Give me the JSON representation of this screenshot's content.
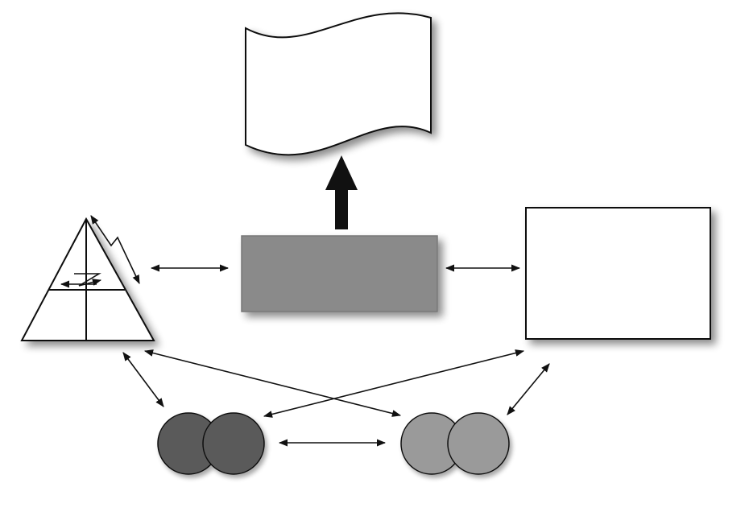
{
  "diagram": {
    "colors": {
      "background": "#ffffff",
      "stroke": "#111111",
      "shape_fill": "#ffffff",
      "center_box_fill": "#8a8a8a",
      "center_box_border": "#777777",
      "dark_circles_fill": "#5a5a5a",
      "light_circles_fill": "#9a9a9a",
      "output_arrow_fill": "#111111",
      "shadow": "#000000"
    },
    "shapes": [
      {
        "name": "flag-banner",
        "shape": "wavy-banner"
      },
      {
        "name": "pyramid",
        "shape": "triangle-divided"
      },
      {
        "name": "center-box",
        "shape": "rectangle"
      },
      {
        "name": "right-box",
        "shape": "rectangle"
      },
      {
        "name": "dark-circles",
        "shape": "overlapping-circles"
      },
      {
        "name": "light-circles",
        "shape": "overlapping-circles"
      }
    ],
    "connections": [
      {
        "from": "pyramid",
        "to": "center-box",
        "kind": "double-arrow"
      },
      {
        "from": "center-box",
        "to": "right-box",
        "kind": "double-arrow"
      },
      {
        "from": "center-box",
        "to": "flag-banner",
        "kind": "thick-arrow"
      },
      {
        "from": "pyramid",
        "to": "dark-circles",
        "kind": "double-arrow"
      },
      {
        "from": "pyramid",
        "to": "light-circles",
        "kind": "double-arrow"
      },
      {
        "from": "right-box",
        "to": "dark-circles",
        "kind": "double-arrow"
      },
      {
        "from": "right-box",
        "to": "light-circles",
        "kind": "double-arrow"
      },
      {
        "from": "dark-circles",
        "to": "light-circles",
        "kind": "double-arrow"
      }
    ]
  }
}
